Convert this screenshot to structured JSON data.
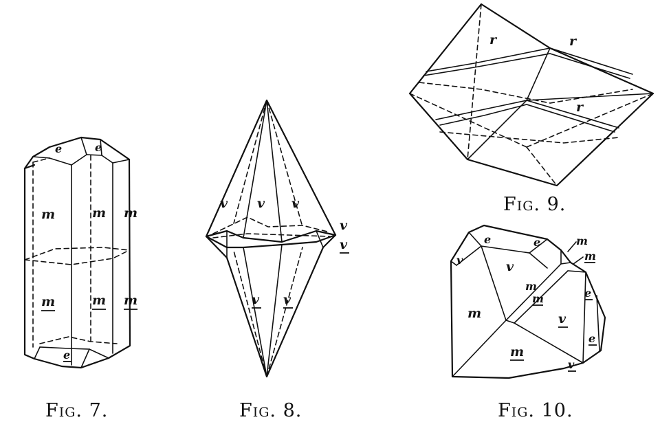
{
  "figures": {
    "fig7": {
      "caption": "Fig. 7.",
      "labels": {
        "e_top_left": "e",
        "e_top_right": "e",
        "m_upper_1": "m",
        "m_upper_2": "m",
        "m_upper_3": "m",
        "m_lower_1": "m",
        "m_lower_2": "m",
        "m_lower_3": "m",
        "e_bottom": "e"
      }
    },
    "fig8": {
      "caption": "Fig. 8.",
      "labels": {
        "v_upper_1": "v",
        "v_upper_2": "v",
        "v_upper_3": "v",
        "v_right_upper": "v",
        "v_right_lower": "v",
        "v_lower_1": "v",
        "v_lower_2": "v"
      }
    },
    "fig9": {
      "caption": "Fig. 9.",
      "labels": {
        "r_top_left": "r",
        "r_top_right": "r",
        "r_middle": "r"
      }
    },
    "fig10": {
      "caption": "Fig. 10.",
      "labels": {
        "e_top_1": "e",
        "e_top_2": "e",
        "v_left_edge": "v",
        "v_upper": "v",
        "m_top_right_1": "m",
        "m_top_right_2": "m",
        "m_channel_1": "m",
        "m_channel_2": "m",
        "e_right": "e",
        "m_left": "m",
        "v_lower": "v",
        "m_bottom": "m",
        "e_bottom_right": "e",
        "v_bottom": "v"
      }
    }
  }
}
